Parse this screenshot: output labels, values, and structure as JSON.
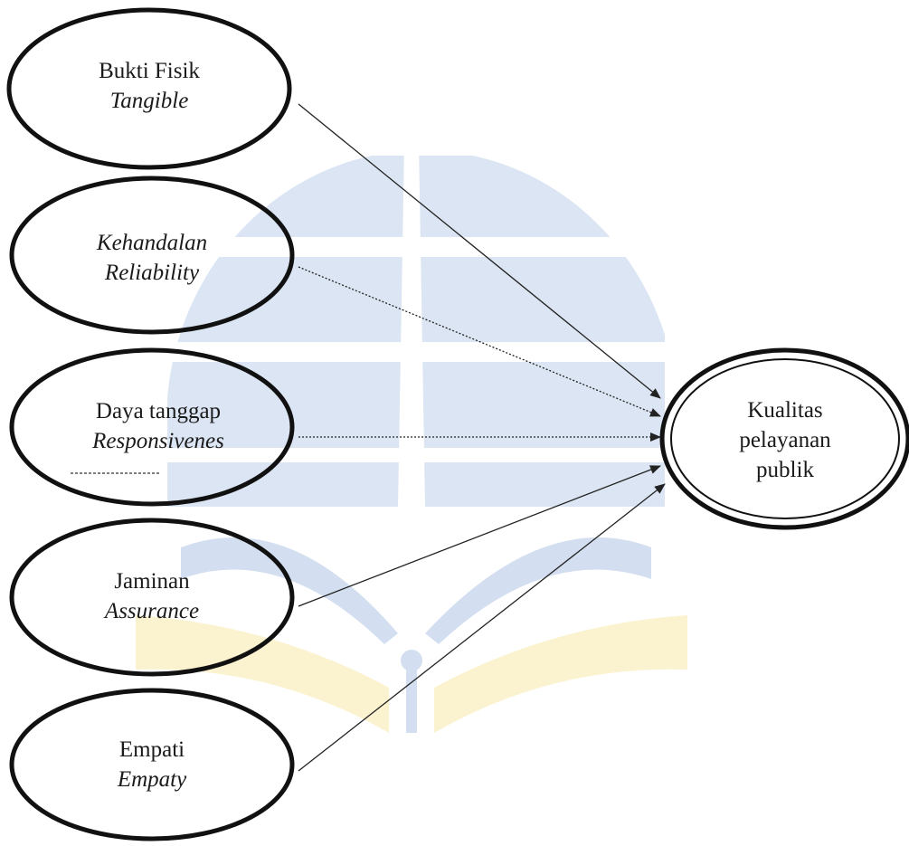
{
  "diagram": {
    "source_nodes": [
      {
        "id": "tangible",
        "line1": "Bukti Fisik",
        "line2": "Tangible"
      },
      {
        "id": "reliability",
        "line1": "Kehandalan",
        "line2": "Reliability"
      },
      {
        "id": "responsiveness",
        "line1": "Daya tanggap",
        "line2": "Responsivenes"
      },
      {
        "id": "assurance",
        "line1": "Jaminan",
        "line2": "Assurance"
      },
      {
        "id": "empathy",
        "line1": "Empati",
        "line2": "Empaty"
      }
    ],
    "target_node": {
      "id": "service-quality",
      "line1": "Kualitas",
      "line2": "pelayanan",
      "line3": "publik"
    },
    "watermark_colors": {
      "blue": "#dbe5f3",
      "yellow": "#fbf2cf",
      "blue_dark": "#d3dff0"
    }
  }
}
